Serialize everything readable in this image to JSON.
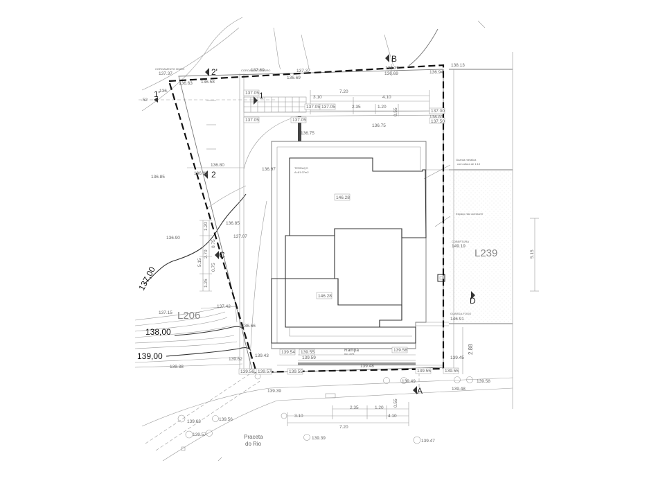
{
  "lots": {
    "east": "L239",
    "west": "L206"
  },
  "street": {
    "line1": "Praceta",
    "line2": "do Rio"
  },
  "terrace": {
    "title": "TERRAÇO",
    "area": "A=81.07m2"
  },
  "roof_elevations": {
    "upper": "146.28",
    "lower": "146.28"
  },
  "contours": {
    "c137": "137,00",
    "c138": "138,00",
    "c139": "139,00"
  },
  "sections": {
    "s1": "1",
    "s1p": "1'",
    "s2": "2",
    "s2p": "2'",
    "sA": "A",
    "sB": "B",
    "sC": "C",
    "sD": "D"
  },
  "notes": {
    "guard_rail_1": "Guarda metalica",
    "guard_rail_2": "com altura de 1.10",
    "non_accessible": "Espaço não acessível",
    "cobertura": "COBERTURA",
    "cobertura_value": "149.19",
    "guard_body": "GUARDA-FOGO",
    "guard_body_value": "146.91",
    "ramp": "Rampa",
    "ramp_slope": "inc.=6%",
    "wall_top_1": "COROAMENTO MURO",
    "wall_top_2": "COROAMENTO MURO"
  },
  "dimensions": {
    "top_720": "7.20",
    "top_310": "3.10",
    "top_410": "4.10",
    "top_235": "2.35",
    "top_120": "1.20",
    "top_055": "0.55",
    "bot_720": "7.20",
    "bot_310": "3.10",
    "bot_410": "4.10",
    "bot_235": "2.35",
    "bot_120": "1.20",
    "bot_055": "0.55",
    "left_515": "5.15",
    "left_120": "1.20",
    "left_125": "1.25",
    "left_270": "2.70",
    "left_075a": "0.75",
    "left_075b": "0.75",
    "right_515": "5.15",
    "right_288": "2.88"
  },
  "elevations": {
    "e13737": "137.37",
    "e13663": "136.63",
    "e13658": "136.58",
    "e13769": "137.69",
    "e13737b": "137.37",
    "e13769b": "136.69",
    "e13739": "137.39",
    "e13769c": "136.69",
    "e13694": "136.94",
    "e13813": "138.13",
    "e13705a": "137.05",
    "e13705b": "137.05",
    "e13705c": "137.05",
    "e13705d": "137.05",
    "e13705e": "137.05",
    "e13700": "137.00",
    "e13683": "136.83",
    "e13750": "137.50",
    "e13675a": "136.75",
    "e13675b": "136.75",
    "e13697": "136.97",
    "e13680": "136.80",
    "e13685a": "136.85",
    "e13685b": "136.85",
    "e13685c": "136.85",
    "e13690": "136.90",
    "e13707": "137.07",
    "e13715": "137.15",
    "e13742": "137.42",
    "e13666": "136.66",
    "e13943": "139.43",
    "e13962": "139.62",
    "e13938": "139.38",
    "e13954": "139.54",
    "e13955a": "139.55",
    "e13959": "139.59",
    "e13948": "139.48",
    "e13958": "139.58",
    "e13945": "139.45",
    "e13955b": "139.55",
    "e13957": "139.57",
    "e13956": "139.56",
    "e13955c": "139.55",
    "e13949": "139.49",
    "e13955d": "139.55",
    "e13948b": "139.48",
    "e13958b": "139.58",
    "e13939": "139.39",
    "e13963": "139.63",
    "e13956b": "139.56",
    "e13957b": "139.57",
    "e13939b": "139.39",
    "e13947": "139.47",
    "e136a": "136.",
    "e52": ".52"
  }
}
